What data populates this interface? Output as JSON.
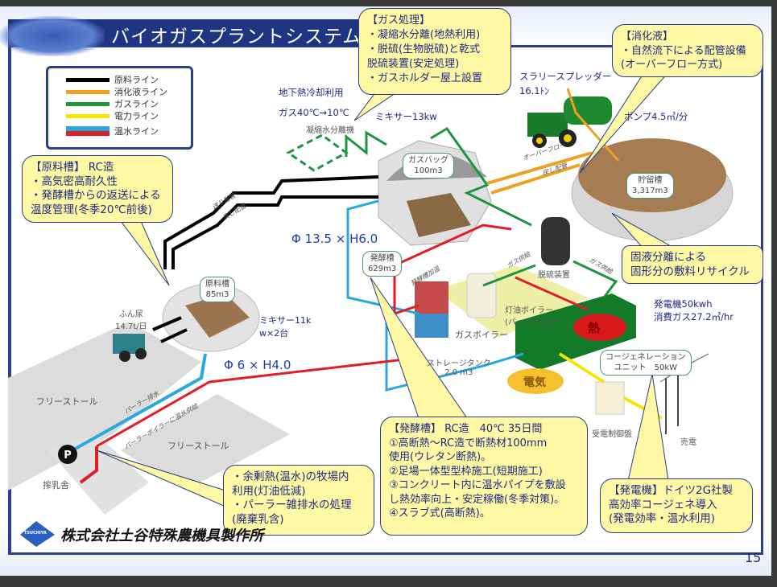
{
  "title": "バイオガスプラントシステム",
  "legend": [
    {
      "label": "原料ライン",
      "color": "#000000"
    },
    {
      "label": "消化液ライン",
      "color": "#f0a020"
    },
    {
      "label": "ガスライン",
      "color": "#1e9440"
    },
    {
      "label": "電力ライン",
      "color": "#f5e600"
    },
    {
      "label": "温水ライン",
      "color": "#29a8e0",
      "color2": "#e01e28"
    }
  ],
  "callouts": {
    "raw_tank": [
      "【原料槽】 RC造",
      "・高気密高耐久性",
      "・発酵槽からの返送による",
      "温度管理(冬季20℃前後)"
    ],
    "gas_treatment": [
      "【ガス処理】",
      "・凝縮水分離(地熱利用)",
      "・脱硫(生物脱硫)と乾式",
      "脱硫装置(安定処理)",
      "・ガスホルダー屋上設置"
    ],
    "digestate": [
      "【消化液】",
      "・自然流下による配管設備",
      "(オーバーフロー方式)"
    ],
    "separation": [
      "固液分離による",
      "固形分の敷料リサイクル"
    ],
    "surplus_heat": [
      "・余剰熱(温水)の牧場内",
      "利用(灯油低減)",
      "・パーラー雑排水の処理",
      "(廃棄乳含)"
    ],
    "fermenter": [
      "【発酵槽】 RC造　40℃ 35日間",
      "①高断熱～RC造で断熱材100mm",
      "使用(ウレタン断熱)。",
      "②足場一体型型枠施工(短期施工)",
      "③コンクリート内に温水パイプを敷設",
      "し熱効率向上・安定稼働(冬季対策)。",
      "④スラブ式(高断熱)。"
    ],
    "generator": [
      "【発電機】ドイツ2G社製",
      "高効率コージェネ導入",
      "(発電効率・温水利用)"
    ]
  },
  "labels": {
    "geothermal": "地下熱冷却利用",
    "gas_temp": "ガス40℃→10℃",
    "condenser": "凝縮水分離機",
    "mixer13": "ミキサー13kw",
    "spreader": "スラリースプレッダー",
    "spreader_cap": "16.1ﾄﾝ",
    "pump": "ポンプ4.5㎥/分",
    "gasbag": [
      "ガスバッグ",
      "100m3"
    ],
    "storage_pond": [
      "貯留槽",
      "3,317m3"
    ],
    "fermenter_dim": "Φ 13.5 × H6.0",
    "fermenter_tag": [
      "発酵槽",
      "629m3"
    ],
    "raw_tag": [
      "原料槽",
      "85m3"
    ],
    "manure": [
      "ふん尿",
      "14.7t/日"
    ],
    "mixer11": [
      "ミキサー11k",
      "w×2台"
    ],
    "raw_dim": "Φ 6 × H4.0",
    "freestall": "フリーストール",
    "parlor": "搾乳舎",
    "parlor_icon": "P",
    "desulf": "脱硫装置",
    "gas_supply": "ガス供給",
    "kerosene_boiler": [
      "灯油ボイラー",
      "(バックアップ)"
    ],
    "gas_boiler": "ガスボイラー",
    "storage_tank": [
      "ストレージタンク",
      "2.0 m3"
    ],
    "generator_spec": [
      "発電機50kwh",
      "消費ガス27.2㎥/hr"
    ],
    "heat": "熱",
    "electricity": "電気",
    "cogen": [
      "コージェネレーション",
      "ユニット　50kW"
    ],
    "control_panel": "受電制御盤",
    "sell_power": "売電",
    "send_pipe": "送り配管",
    "return_pipe": "戻し配管",
    "overflow": "オーバーフロー",
    "fermenter_heat": "発酵槽加温",
    "parlor_drain": "パーラー排水",
    "parlor_hot": "パーラーボイラーに温水供給"
  },
  "logo": {
    "mark": "TSUCHIYA",
    "company": "株式会社土谷特殊農機具製作所"
  },
  "page_number": "15"
}
